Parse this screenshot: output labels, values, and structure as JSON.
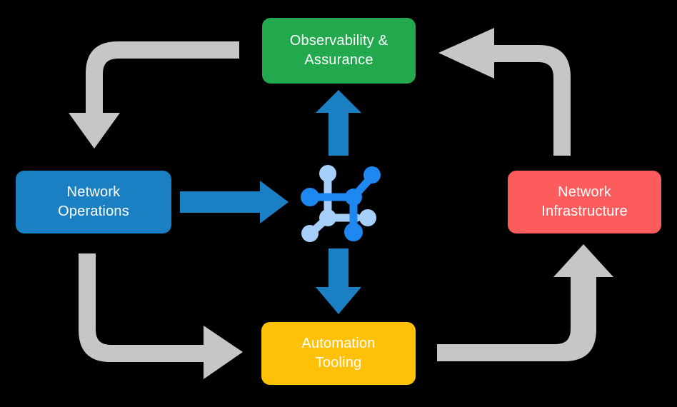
{
  "diagram": {
    "title_text": "",
    "background_color": "#000000",
    "nodes": [
      {
        "id": "observability-assurance",
        "label": "Observability &\nAssurance",
        "color": "#22A94E",
        "position": "top"
      },
      {
        "id": "network-operations",
        "label": "Network\nOperations",
        "color": "#1B7FC4",
        "position": "left"
      },
      {
        "id": "network-infrastructure",
        "label": "Network\nInfrastructure",
        "color": "#FC5C5C",
        "position": "right"
      },
      {
        "id": "automation-tooling",
        "label": "Automation\nTooling",
        "color": "#FFC107",
        "position": "bottom"
      }
    ],
    "center_icon": {
      "name": "network-topology-icon",
      "primary_color": "#1E88F0",
      "secondary_color": "#A6CFFA"
    },
    "connectors": {
      "primary_color": "#1B7FC4",
      "cycle_color": "#C6C6C6",
      "items": [
        {
          "id": "ops-to-center",
          "style": "straight",
          "direction": "right",
          "color": "#1B7FC4"
        },
        {
          "id": "center-to-observability",
          "style": "straight",
          "direction": "up",
          "color": "#1B7FC4"
        },
        {
          "id": "center-to-automation",
          "style": "straight",
          "direction": "down",
          "color": "#1B7FC4"
        },
        {
          "id": "observability-to-operations",
          "style": "elbow",
          "direction": "down",
          "color": "#C6C6C6"
        },
        {
          "id": "infrastructure-to-observability",
          "style": "elbow",
          "direction": "left",
          "color": "#C6C6C6"
        },
        {
          "id": "operations-to-automation",
          "style": "elbow",
          "direction": "right",
          "color": "#C6C6C6"
        },
        {
          "id": "automation-to-infrastructure",
          "style": "elbow",
          "direction": "up",
          "color": "#C6C6C6"
        }
      ]
    }
  }
}
